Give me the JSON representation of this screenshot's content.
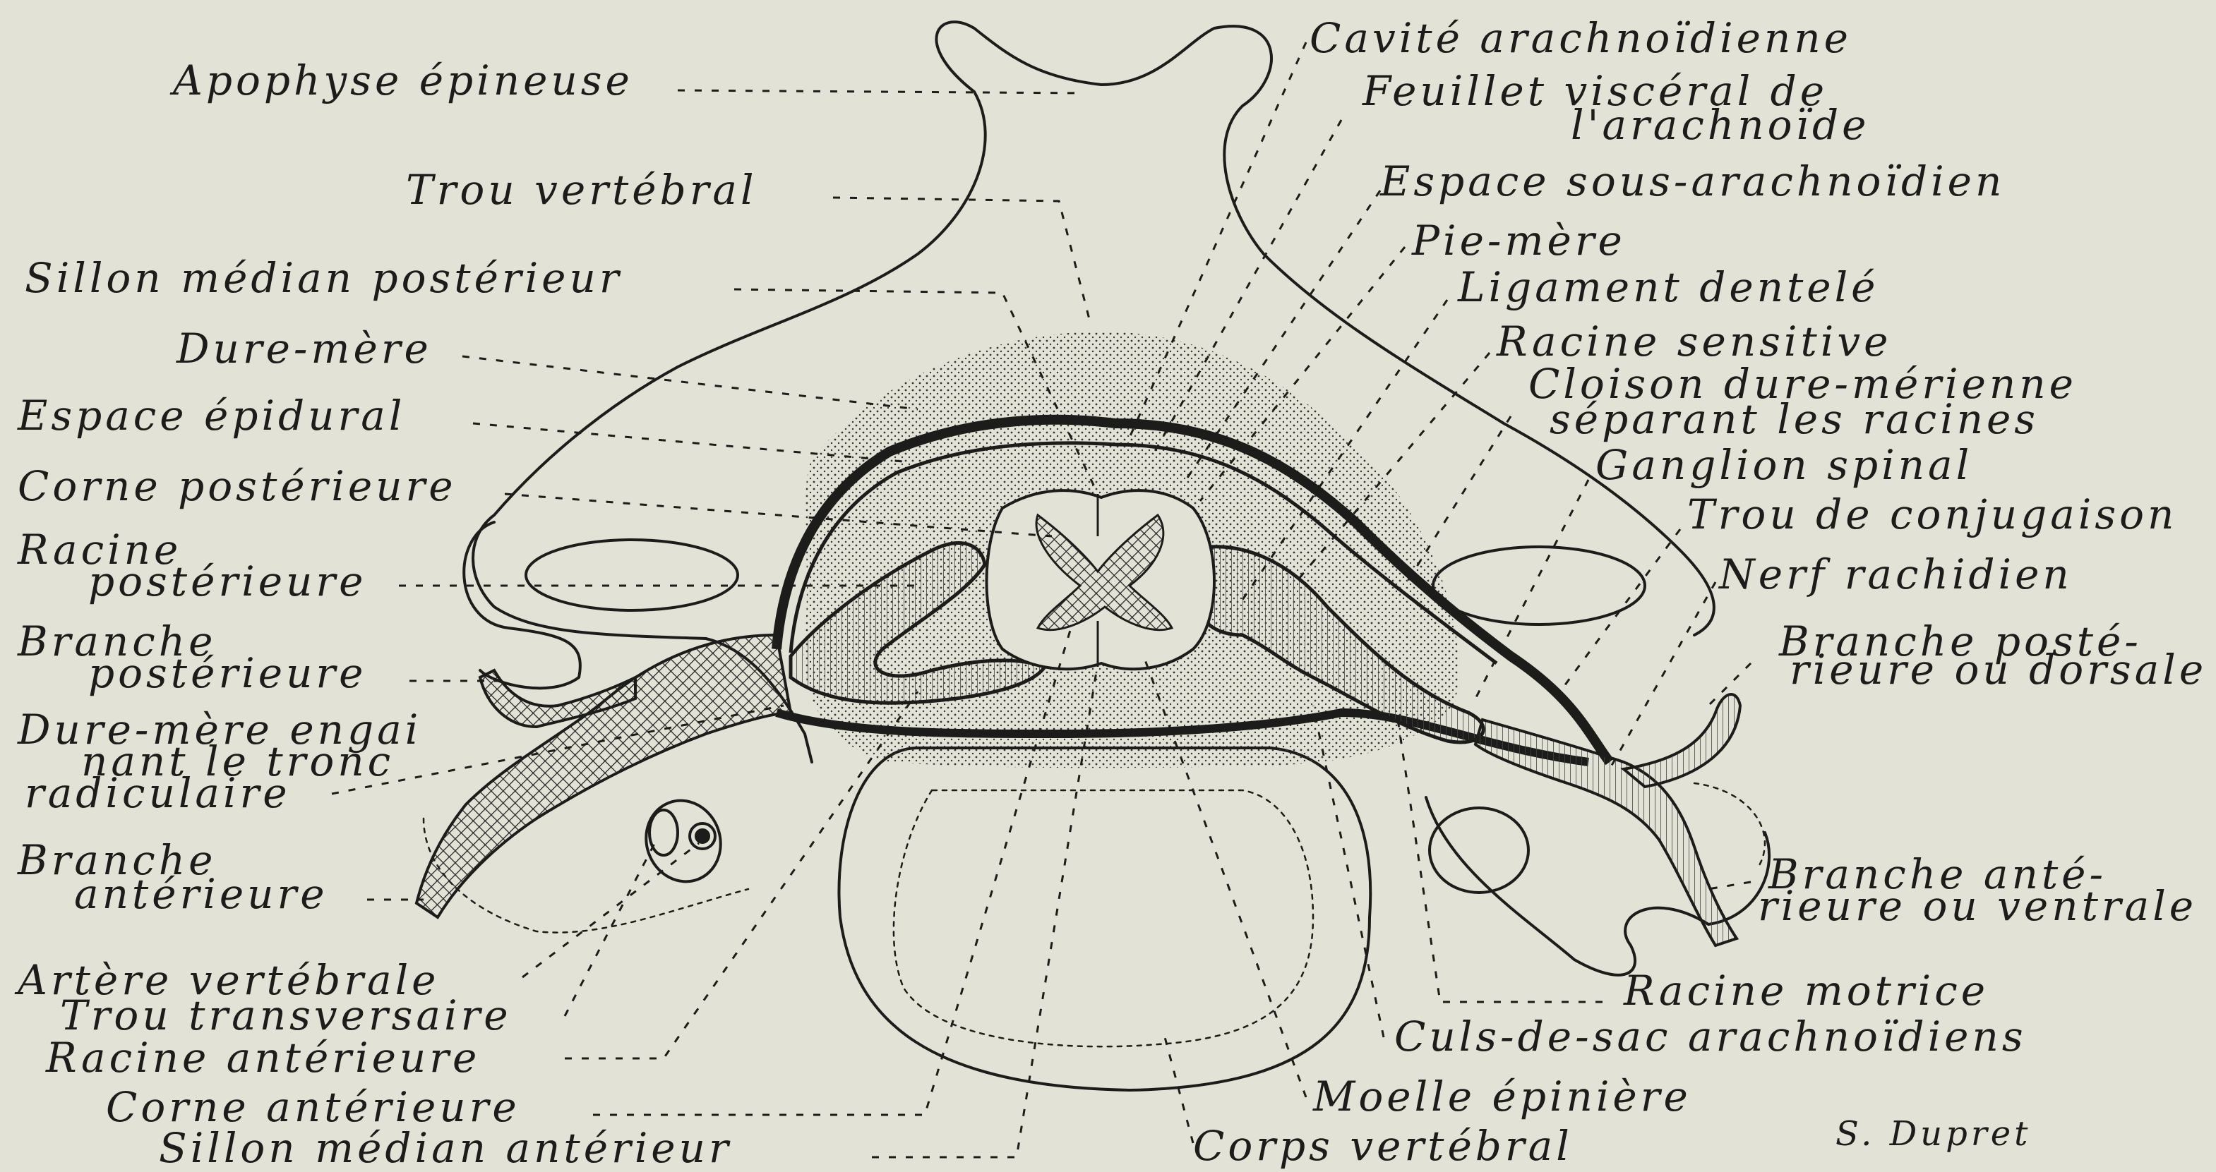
{
  "labels_left": [
    {
      "id": "apophyse",
      "text": "Apophyse épineuse"
    },
    {
      "id": "trou-vertebral",
      "text": "Trou vertébral"
    },
    {
      "id": "sillon-post",
      "text": "Sillon médian postérieur"
    },
    {
      "id": "dure-mere",
      "text": "Dure-mère"
    },
    {
      "id": "espace-epidural",
      "text": "Espace épidural"
    },
    {
      "id": "corne-post",
      "text": "Corne postérieure"
    },
    {
      "id": "racine-post-1",
      "text": "Racine"
    },
    {
      "id": "racine-post-2",
      "text": "postérieure"
    },
    {
      "id": "branche-post-1",
      "text": "Branche"
    },
    {
      "id": "branche-post-2",
      "text": "postérieure"
    },
    {
      "id": "dure-engai-1",
      "text": "Dure-mère engai"
    },
    {
      "id": "dure-engai-2",
      "text": "nant le tronc"
    },
    {
      "id": "dure-engai-3",
      "text": "radiculaire"
    },
    {
      "id": "branche-ant-1",
      "text": "Branche"
    },
    {
      "id": "branche-ant-2",
      "text": "antérieure"
    },
    {
      "id": "artere-vert",
      "text": "Artère vertébrale"
    },
    {
      "id": "trou-transv",
      "text": "Trou transversaire"
    },
    {
      "id": "racine-ant",
      "text": "Racine antérieure"
    },
    {
      "id": "corne-ant",
      "text": "Corne antérieure"
    },
    {
      "id": "sillon-ant",
      "text": "Sillon médian antérieur"
    }
  ],
  "labels_right": [
    {
      "id": "cavite",
      "text": "Cavité arachnoïdienne"
    },
    {
      "id": "feuillet-1",
      "text": "Feuillet viscéral de"
    },
    {
      "id": "feuillet-2",
      "text": "l'arachnoïde"
    },
    {
      "id": "espace-sous",
      "text": "Espace sous-arachnoïdien"
    },
    {
      "id": "pie-mere",
      "text": "Pie-mère"
    },
    {
      "id": "ligament",
      "text": "Ligament dentelé"
    },
    {
      "id": "racine-sens",
      "text": "Racine sensitive"
    },
    {
      "id": "cloison-1",
      "text": "Cloison dure-mérienne"
    },
    {
      "id": "cloison-2",
      "text": "séparant les racines"
    },
    {
      "id": "ganglion",
      "text": "Ganglion spinal"
    },
    {
      "id": "trou-conj",
      "text": "Trou de conjugaison"
    },
    {
      "id": "nerf",
      "text": "Nerf rachidien"
    },
    {
      "id": "branche-dors-1",
      "text": "Branche posté-"
    },
    {
      "id": "branche-dors-2",
      "text": "rieure ou dorsale"
    },
    {
      "id": "branche-vent-1",
      "text": "Branche anté-"
    },
    {
      "id": "branche-vent-2",
      "text": "rieure ou ventrale"
    },
    {
      "id": "racine-motrice",
      "text": "Racine motrice"
    },
    {
      "id": "culs",
      "text": "Culs-de-sac arachnoïdiens"
    },
    {
      "id": "moelle",
      "text": "Moelle épinière"
    },
    {
      "id": "corps",
      "text": "Corps vertébral"
    }
  ],
  "signature": "S. Dupret",
  "colors": {
    "paper": "#e3e2d6",
    "ink": "#1c1c1a"
  }
}
